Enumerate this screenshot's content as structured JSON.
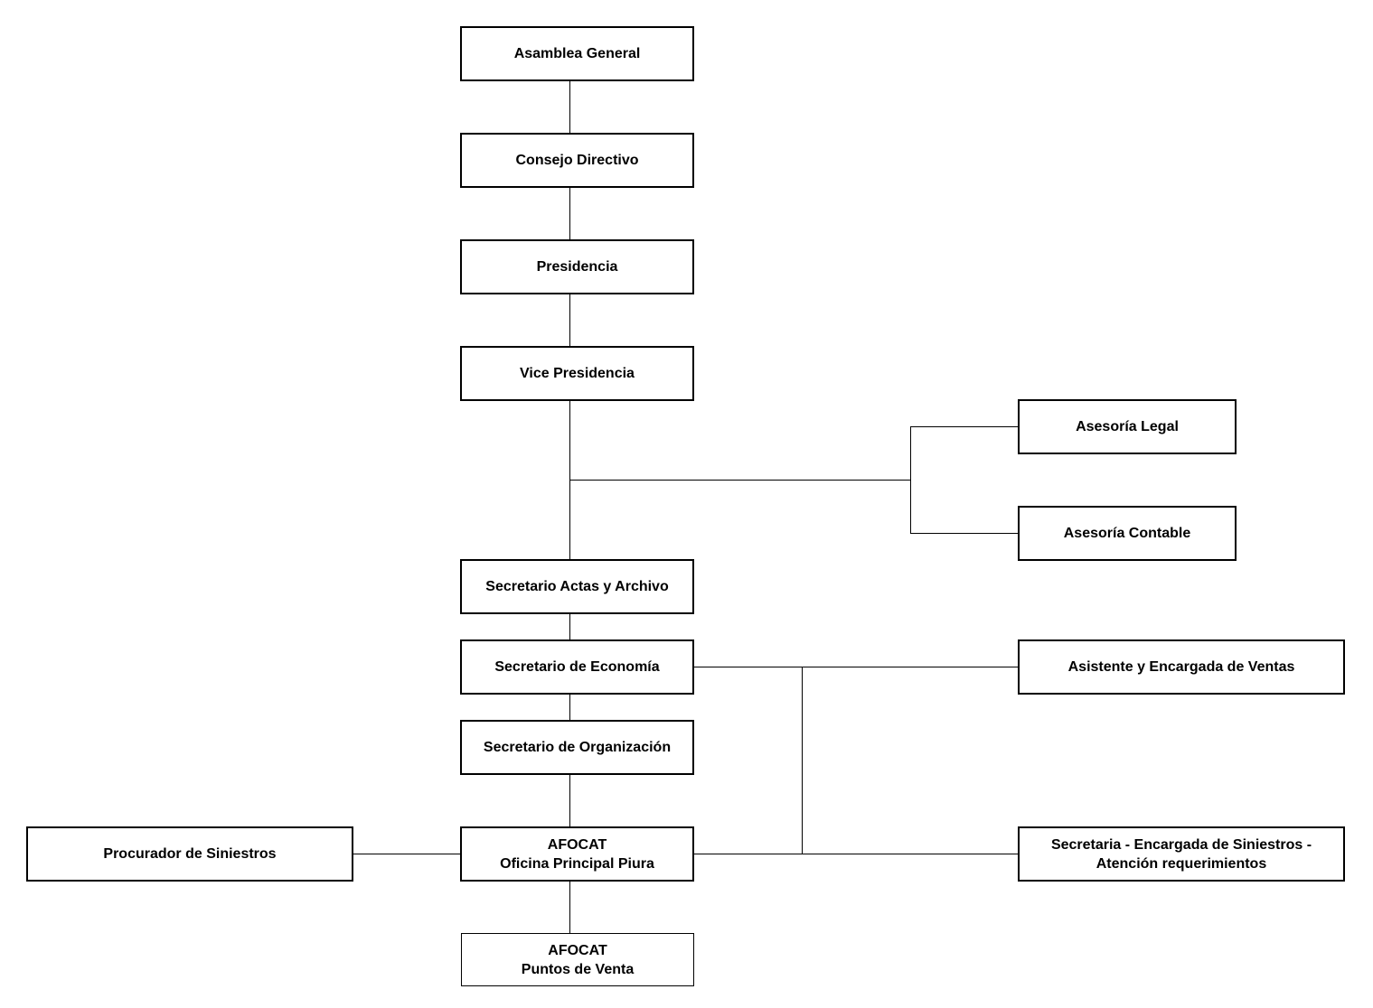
{
  "nodes": {
    "asamblea_general": {
      "line1": "Asamblea General"
    },
    "consejo_directivo": {
      "line1": "Consejo Directivo"
    },
    "presidencia": {
      "line1": "Presidencia"
    },
    "vice_presidencia": {
      "line1": "Vice Presidencia"
    },
    "asesoria_legal": {
      "line1": "Asesoría Legal"
    },
    "asesoria_contable": {
      "line1": "Asesoría Contable"
    },
    "secretario_actas": {
      "line1": "Secretario Actas y Archivo"
    },
    "secretario_economia": {
      "line1": "Secretario de Economía"
    },
    "asistente_ventas": {
      "line1": "Asistente y Encargada de Ventas"
    },
    "secretario_organizacion": {
      "line1": "Secretario de Organización"
    },
    "procurador_siniestros": {
      "line1": "Procurador de Siniestros"
    },
    "afocat_oficina": {
      "line1": "AFOCAT",
      "line2": "Oficina Principal Piura"
    },
    "secretaria_siniestros": {
      "line1": "Secretaria - Encargada de Siniestros -",
      "line2": "Atención requerimientos"
    },
    "afocat_puntos": {
      "line1": "AFOCAT",
      "line2": "Puntos de Venta"
    }
  },
  "colors": {
    "line": "#000000",
    "box_border": "#000000",
    "background": "#ffffff"
  }
}
